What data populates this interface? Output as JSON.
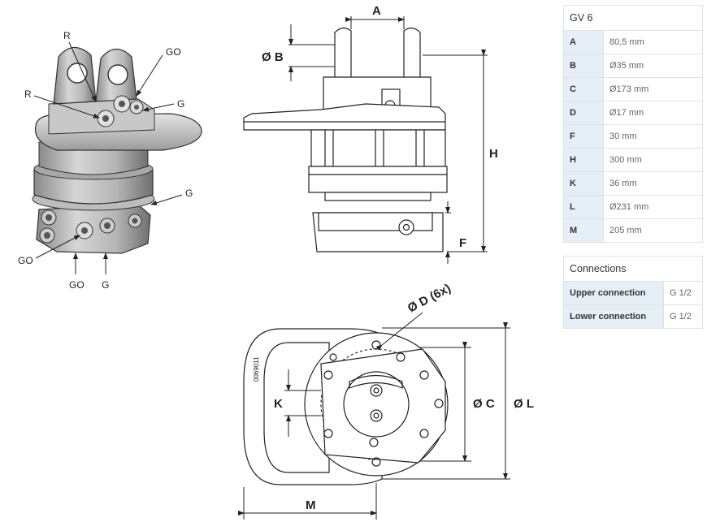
{
  "drawing": {
    "iso_labels": [
      "R",
      "GO",
      "R",
      "G",
      "G",
      "GO",
      "GO",
      "G"
    ],
    "dims": {
      "A": "A",
      "B": "Ø B",
      "H": "H",
      "F": "F",
      "D": "Ø D (6x)",
      "C": "Ø C",
      "L": "Ø L",
      "K": "K",
      "M": "M"
    },
    "part_no": "0069011"
  },
  "spec": {
    "title": "GV 6",
    "rows": [
      {
        "key": "A",
        "value": "80,5 mm"
      },
      {
        "key": "B",
        "value": "Ø35 mm"
      },
      {
        "key": "C",
        "value": "Ø173 mm"
      },
      {
        "key": "D",
        "value": "Ø17 mm"
      },
      {
        "key": "F",
        "value": "30 mm"
      },
      {
        "key": "H",
        "value": "300 mm"
      },
      {
        "key": "K",
        "value": "36 mm"
      },
      {
        "key": "L",
        "value": "Ø231 mm"
      },
      {
        "key": "M",
        "value": "205 mm"
      }
    ]
  },
  "connections": {
    "title": "Connections",
    "rows": [
      {
        "key": "Upper connection",
        "value": "G 1/2"
      },
      {
        "key": "Lower connection",
        "value": "G 1/2"
      }
    ]
  }
}
